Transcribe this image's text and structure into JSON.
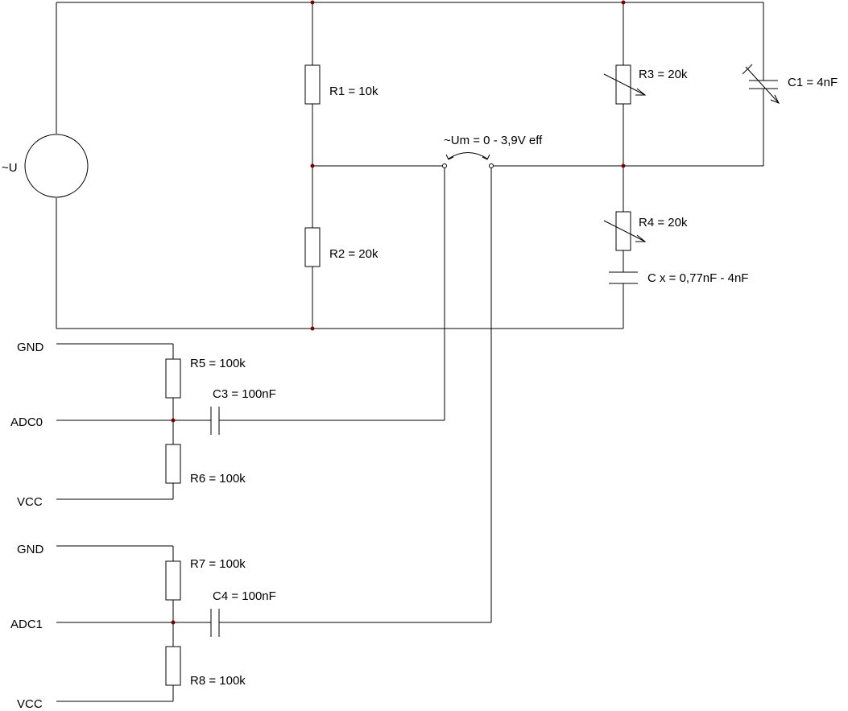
{
  "source": {
    "label": "~U"
  },
  "measurement": {
    "label": "~Um = 0 - 3,9V eff"
  },
  "components": {
    "r1": "R1 = 10k",
    "r2": "R2 = 20k",
    "r3": "R3 = 20k",
    "r4": "R4 = 20k",
    "c1": "C1 = 4nF",
    "cx": "C x = 0,77nF - 4nF",
    "r5": "R5 = 100k",
    "r6": "R6 = 100k",
    "c3": "C3 = 100nF",
    "r7": "R7 = 100k",
    "r8": "R8 = 100k",
    "c4": "C4 = 100nF"
  },
  "pins": {
    "gnd_top": "GND",
    "adc0": "ADC0",
    "vcc_top": "VCC",
    "gnd_bottom": "GND",
    "adc1": "ADC1",
    "vcc_bottom": "VCC"
  },
  "colors": {
    "wire": "#000000",
    "junction": "#7a0000",
    "background": "#ffffff"
  }
}
